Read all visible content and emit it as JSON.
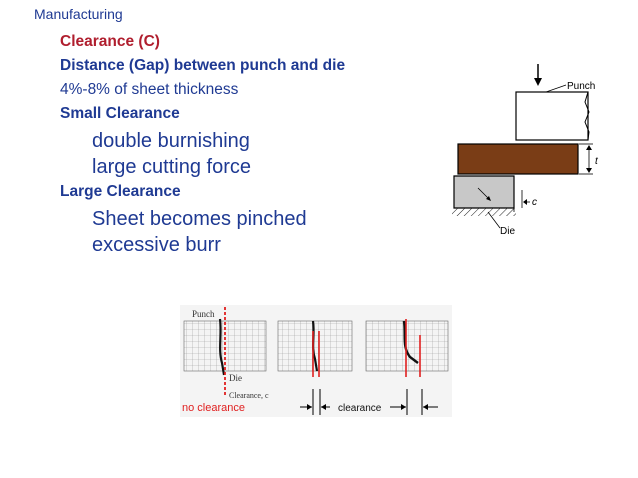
{
  "header": {
    "title": "Manufacturing"
  },
  "outline": {
    "heading1": "Clearance (C)",
    "heading2": "Distance (Gap) between punch and die",
    "range": "4%-8% of sheet thickness",
    "small": {
      "title": "Small Clearance",
      "items": [
        "double burnishing",
        "large cutting force"
      ]
    },
    "large": {
      "title": "Large Clearance",
      "items": [
        "Sheet becomes pinched",
        "excessive burr"
      ]
    }
  },
  "punch_figure": {
    "punch_label": "Punch",
    "thickness_label": "t",
    "clearance_label": "c",
    "die_label": "Die"
  },
  "shear_figure": {
    "punch_label": "Punch",
    "die_label": "Die",
    "clearance_c_label": "Clearance, c",
    "no_clearance_label": "no clearance",
    "clearance_label": "clearance"
  },
  "colors": {
    "heading_red": "#b01e2e",
    "text_blue": "#1f3a93",
    "sheet_brown": "#7a3d16",
    "annotation_red": "#e02020"
  }
}
